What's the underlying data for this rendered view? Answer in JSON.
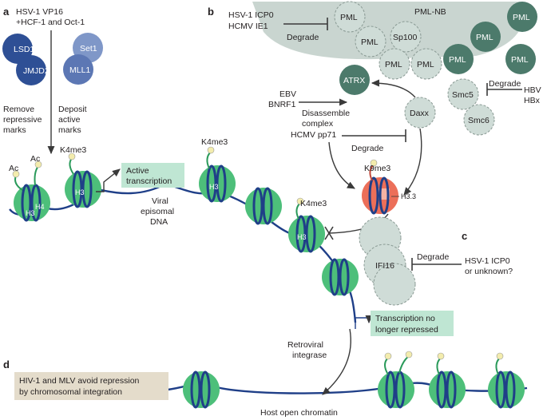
{
  "panels": {
    "a": "a",
    "b": "b",
    "c": "c",
    "d": "d"
  },
  "panel_a": {
    "inducer_line1": "HSV-1 VP16",
    "inducer_line2": "+HCF-1 and Oct-1",
    "lsd1": "LSD1",
    "jmjd2": "JMJD2",
    "set1": "Set1",
    "mll1": "MLL1",
    "remove_line1": "Remove",
    "remove_line2": "repressive",
    "remove_line3": "marks",
    "deposit_line1": "Deposit",
    "deposit_line2": "active",
    "deposit_line3": "marks"
  },
  "chromatin": {
    "ac_1": "Ac",
    "ac_2": "Ac",
    "h3_1": "H3",
    "h4": "H4",
    "k4me3_1": "K4me3",
    "h3_2": "H3",
    "k4me3_2": "K4me3",
    "h3_3": "H3",
    "k4me3_3": "K4me3",
    "h3_4": "H3",
    "k9me3": "K9me3",
    "h3_3_variant": "H3.3",
    "active_transcription_line1": "Active",
    "active_transcription_line2": "transcription",
    "episome_line1": "Viral",
    "episome_line2": "episomal",
    "episome_line3": "DNA"
  },
  "panel_b": {
    "icp0_line1": "HSV-1 ICP0",
    "icp0_line2": "HCMV IE1",
    "degrade_1": "Degrade",
    "pml_nb": "PML-NB",
    "pml": "PML",
    "sp100": "Sp100",
    "atrx": "ATRX",
    "ebv_line1": "EBV",
    "ebv_line2": "BNRF1",
    "disassemble_line1": "Disassemble",
    "disassemble_line2": "complex",
    "daxx": "Daxx",
    "pp71": "HCMV pp71",
    "degrade_2": "Degrade",
    "smc5": "Smc5",
    "smc6": "Smc6",
    "degrade_3": "Degrade",
    "hbv_line1": "HBV",
    "hbv_line2": "HBx"
  },
  "panel_c": {
    "ifi16": "IFI16",
    "degrade": "Degrade",
    "icp0_line1": "HSV-1 ICP0",
    "icp0_line2": "or unknown?",
    "no_repression_line1": "Transcription no",
    "no_repression_line2": "longer repressed"
  },
  "panel_d": {
    "integrase_line1": "Retroviral",
    "integrase_line2": "integrase",
    "box_line1": "HIV-1 and MLV avoid repression",
    "box_line2": "by chromosomal integration",
    "host_chromatin": "Host open chromatin"
  },
  "colors": {
    "nucleosome": "#4dbf7a",
    "nucleosome_dark": "#2a9a5a",
    "dna": "#1f3f88",
    "blue_enzyme": "#2e4f95",
    "pml_solid": "#4c7a6b",
    "pml_dashed": "#cfdcd7",
    "repressed_nucleosome": "#ec6f59",
    "tail_bead": "#f3ecad",
    "green_box": "#bfe6d3",
    "tan_box": "#e4dccb"
  }
}
